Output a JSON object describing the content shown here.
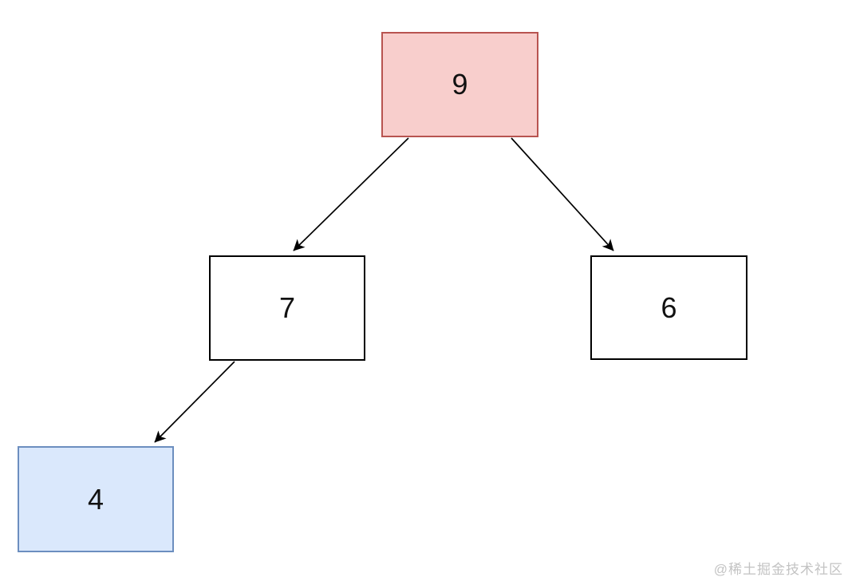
{
  "diagram": {
    "type": "binary-tree",
    "nodes": [
      {
        "id": "9",
        "label": "9",
        "fill": "#f8cecc",
        "border": "#b85450",
        "role": "root"
      },
      {
        "id": "7",
        "label": "7",
        "fill": "#ffffff",
        "border": "#000000",
        "role": "left-child-of-9"
      },
      {
        "id": "6",
        "label": "6",
        "fill": "#ffffff",
        "border": "#000000",
        "role": "right-child-of-9"
      },
      {
        "id": "4",
        "label": "4",
        "fill": "#dae8fc",
        "border": "#6c8ebf",
        "role": "left-child-of-7"
      }
    ],
    "edges": [
      {
        "from": "9",
        "to": "7"
      },
      {
        "from": "9",
        "to": "6"
      },
      {
        "from": "7",
        "to": "4"
      }
    ],
    "edge_color": "#000000"
  },
  "watermark": {
    "text": "@稀土掘金技术社区"
  }
}
